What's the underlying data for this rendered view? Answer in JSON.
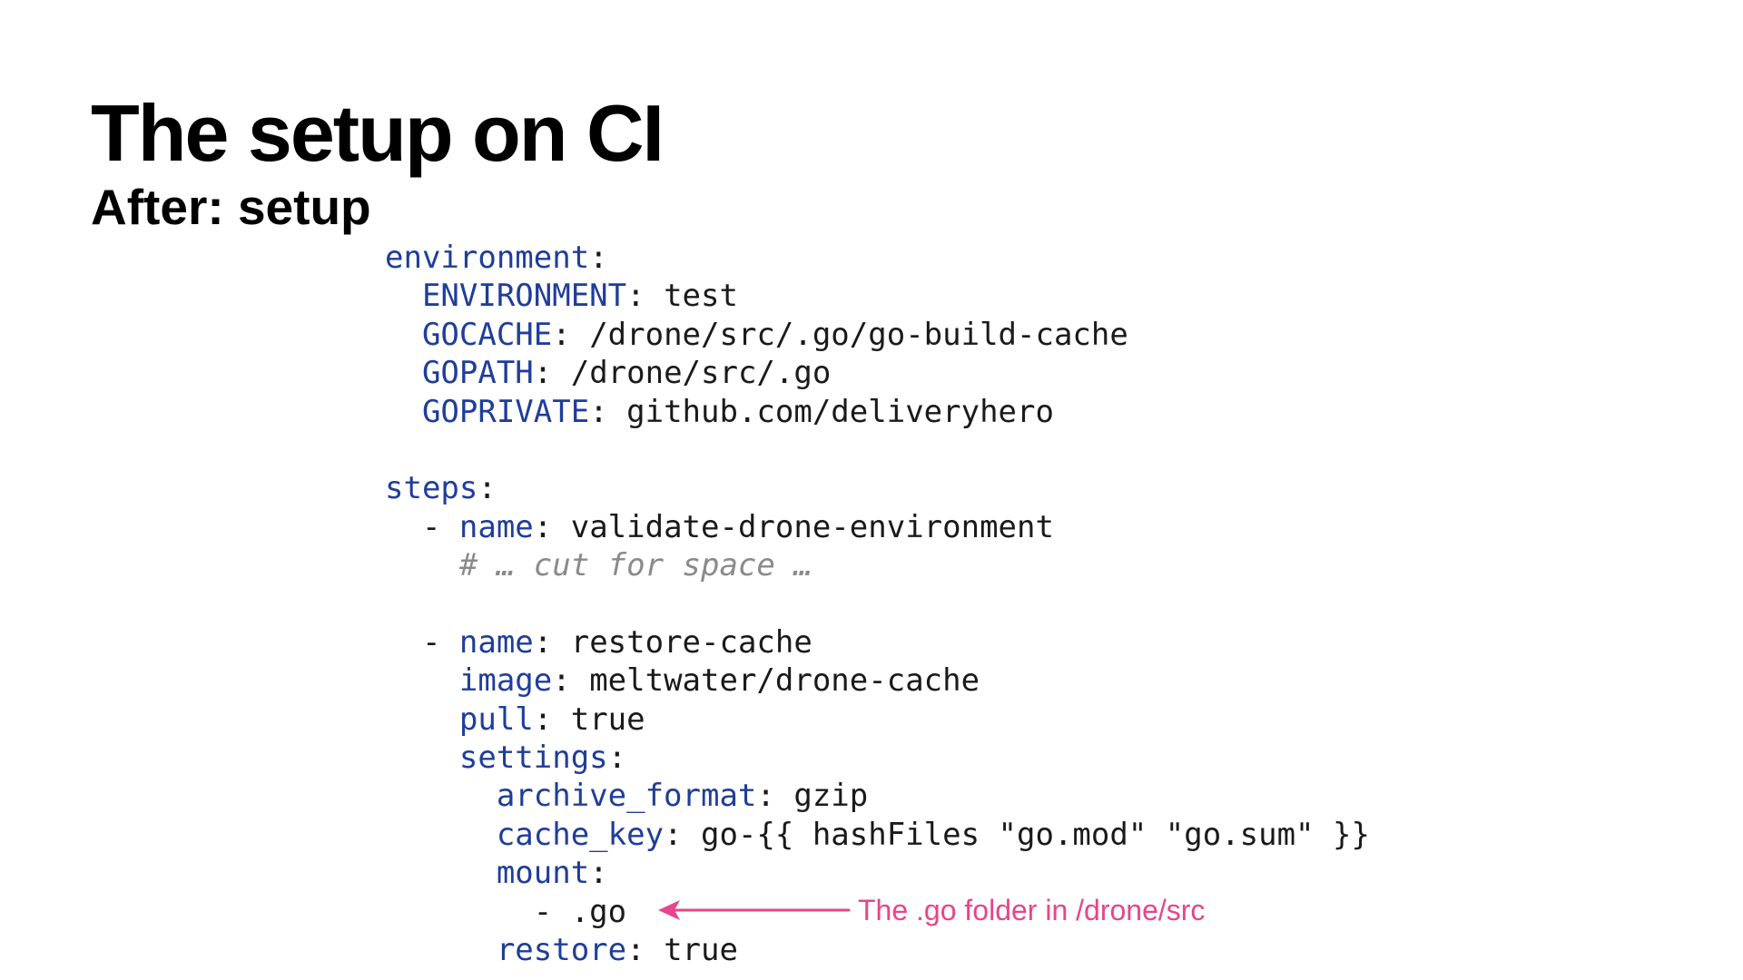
{
  "slide": {
    "title": "The setup on CI",
    "subtitle_bold": "After:",
    "subtitle_rest": " setup",
    "accent_color": "#e8458a",
    "key_color": "#1f3d9a",
    "comment_color": "#8a8a8a"
  },
  "code": {
    "lines": [
      {
        "indent": "",
        "key": "environment",
        "sep": ":",
        "value": ""
      },
      {
        "indent": "  ",
        "key": "ENVIRONMENT",
        "sep": ":",
        "value": " test"
      },
      {
        "indent": "  ",
        "key": "GOCACHE",
        "sep": ":",
        "value": " /drone/src/.go/go-build-cache"
      },
      {
        "indent": "  ",
        "key": "GOPATH",
        "sep": ":",
        "value": " /drone/src/.go"
      },
      {
        "indent": "  ",
        "key": "GOPRIVATE",
        "sep": ":",
        "value": " github.com/deliveryhero"
      },
      {
        "indent": "",
        "key": "",
        "sep": "",
        "value": ""
      },
      {
        "indent": "",
        "key": "steps",
        "sep": ":",
        "value": ""
      },
      {
        "indent": "  - ",
        "key": "name",
        "sep": ":",
        "value": " validate-drone-environment"
      },
      {
        "indent": "    ",
        "comment": "# … cut for space …"
      },
      {
        "indent": "",
        "key": "",
        "sep": "",
        "value": ""
      },
      {
        "indent": "  - ",
        "key": "name",
        "sep": ":",
        "value": " restore-cache"
      },
      {
        "indent": "    ",
        "key": "image",
        "sep": ":",
        "value": " meltwater/drone-cache"
      },
      {
        "indent": "    ",
        "key": "pull",
        "sep": ":",
        "value": " true"
      },
      {
        "indent": "    ",
        "key": "settings",
        "sep": ":",
        "value": ""
      },
      {
        "indent": "      ",
        "key": "archive_format",
        "sep": ":",
        "value": " gzip"
      },
      {
        "indent": "      ",
        "key": "cache_key",
        "sep": ":",
        "value": " go-{{ hashFiles \"go.mod\" \"go.sum\" }}"
      },
      {
        "indent": "      ",
        "key": "mount",
        "sep": ":",
        "value": ""
      },
      {
        "indent": "        ",
        "key": "",
        "sep": "",
        "value": "- .go"
      },
      {
        "indent": "      ",
        "key": "restore",
        "sep": ":",
        "value": " true"
      }
    ]
  },
  "annotation": {
    "text": "The .go folder in /drone/src"
  }
}
